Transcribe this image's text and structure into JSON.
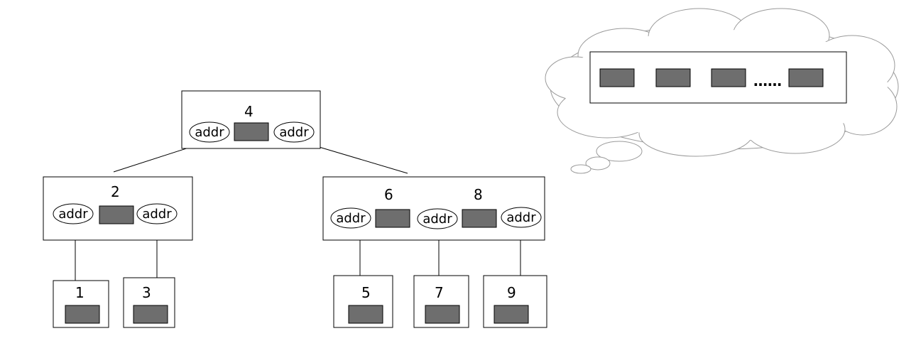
{
  "tree": {
    "pointer_label": "addr",
    "root": {
      "keys": [
        "4"
      ]
    },
    "internal_nodes": [
      {
        "keys": [
          "2"
        ]
      },
      {
        "keys": [
          "6",
          "8"
        ]
      }
    ],
    "leaves": [
      "1",
      "3",
      "5",
      "7",
      "9"
    ]
  },
  "cloud": {
    "ellipsis": "……"
  },
  "colors": {
    "key_fill": "#6e6e6e",
    "line": "#000000",
    "cloud_outline": "#9a9a9a"
  }
}
